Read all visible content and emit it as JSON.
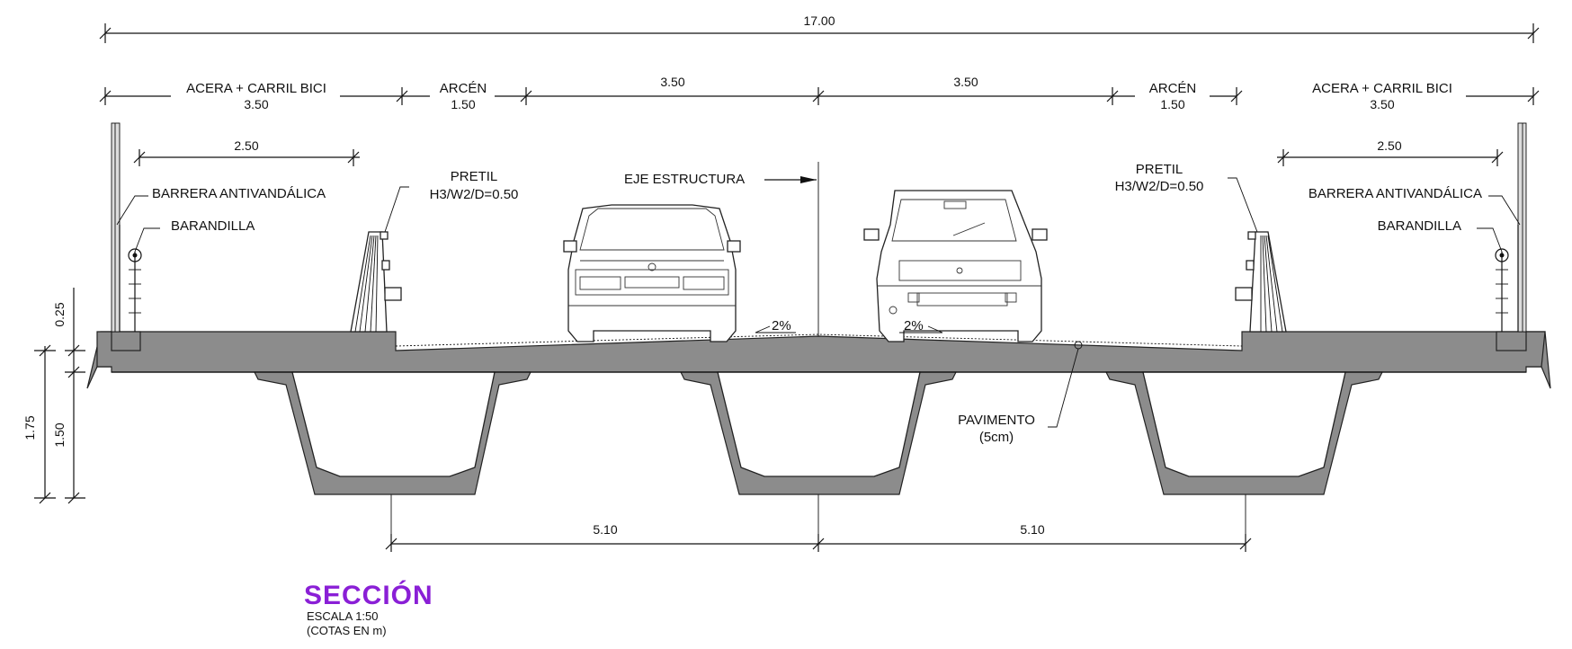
{
  "dimensions": {
    "total": "17.00",
    "acera_left_label": "ACERA + CARRIL BICI",
    "acera_left_value": "3.50",
    "arcen_left_label": "ARCÉN",
    "arcen_left_value": "1.50",
    "lane_left": "3.50",
    "lane_right": "3.50",
    "arcen_right_label": "ARCÉN",
    "arcen_right_value": "1.50",
    "acera_right_label": "ACERA + CARRIL BICI",
    "acera_right_value": "3.50",
    "sub_left": "2.50",
    "sub_right": "2.50",
    "vert_025": "0.25",
    "vert_175": "1.75",
    "vert_150": "1.50",
    "bottom_left": "5.10",
    "bottom_right": "5.10"
  },
  "labels": {
    "barrera_left": "BARRERA ANTIVANDÁLICA",
    "barandilla_left": "BARANDILLA",
    "pretil_left_1": "PRETIL",
    "pretil_left_2": "H3/W2/D=0.50",
    "eje": "EJE ESTRUCTURA",
    "pretil_right_1": "PRETIL",
    "pretil_right_2": "H3/W2/D=0.50",
    "barrera_right": "BARRERA ANTIVANDÁLICA",
    "barandilla_right": "BARANDILLA",
    "slope_left": "2%",
    "slope_right": "2%",
    "pavimento_1": "PAVIMENTO",
    "pavimento_2": "(5cm)"
  },
  "title": {
    "main": "SECCIÓN",
    "scale": "ESCALA  1:50",
    "units": "(COTAS  EN  m)"
  },
  "colors": {
    "concrete": "#8c8c8c",
    "title": "#8a1fd6"
  }
}
